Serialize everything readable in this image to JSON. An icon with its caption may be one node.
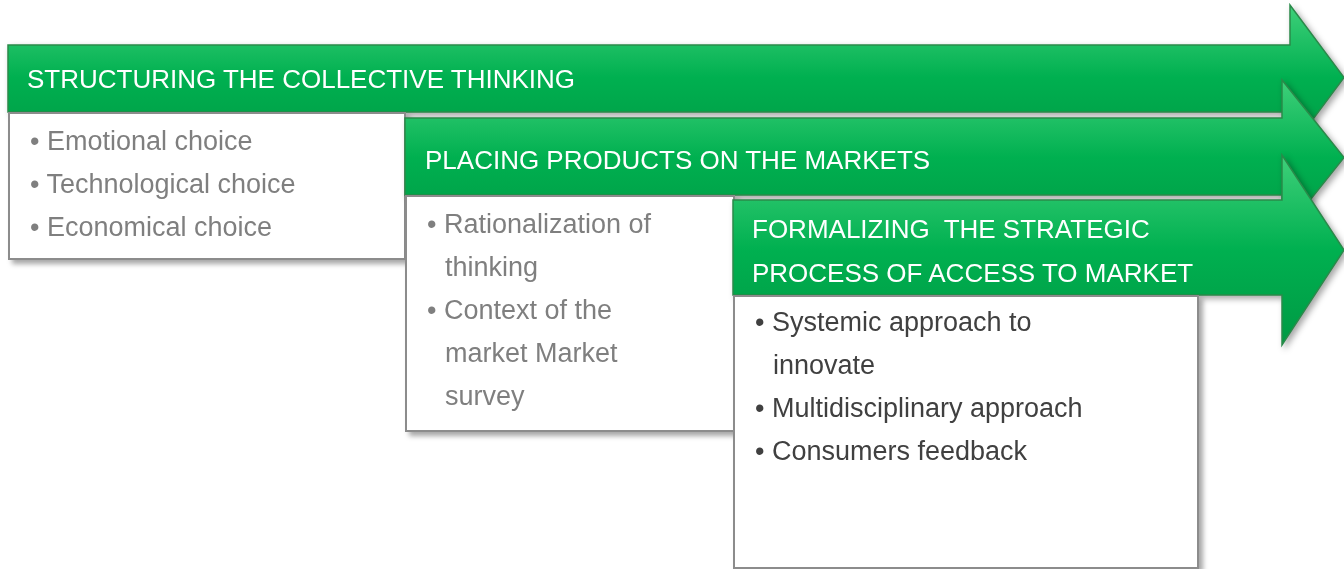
{
  "diagram": {
    "nodes": [
      {
        "text": [
          "STRUCTURING THE COLLECTIVE THINKING"
        ]
      },
      {
        "text": [
          "• Emotional choice",
          "• Technological choice",
          "• Economical choice"
        ]
      },
      {
        "text": [
          "PLACING PRODUCTS ON THE MARKETS"
        ]
      },
      {
        "text": [
          "• Rationalization of thinking",
          "• Context of the market Market survey"
        ]
      },
      {
        "text": [
          "FORMALIZING  THE STRATEGIC PROCESS OF ACCESS TO MARKET"
        ]
      },
      {
        "text": [
          "• Systemic approach to innovate",
          "• Multidisciplinary approach",
          "• Consumers feedback"
        ]
      }
    ]
  }
}
